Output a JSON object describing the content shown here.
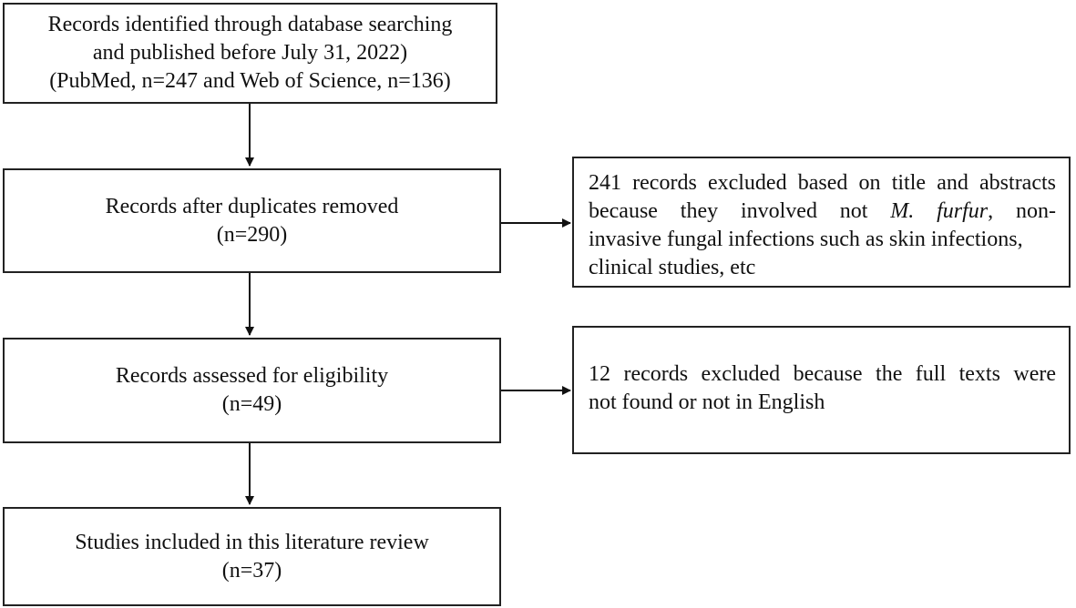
{
  "flow": {
    "identified": {
      "line1": "Records identified through database searching",
      "line2": "and published before July 31, 2022)",
      "line3": "(PubMed, n=247 and Web of Science, n=136)"
    },
    "deduplicated": {
      "line1": "Records after duplicates removed",
      "line2": "(n=290)"
    },
    "assessed": {
      "line1": "Records assessed for eligibility",
      "line2": "(n=49)"
    },
    "included": {
      "line1": "Studies included in this literature review",
      "line2": "(n=37)"
    }
  },
  "exclusions": {
    "screening": {
      "line1": "241 records excluded based on title and abstracts",
      "line2_a": "because they involved not ",
      "line2_species": "M. furfur",
      "line2_b": ", non-",
      "line3": "invasive fungal infections such as skin infections,",
      "line4": "clinical studies, etc"
    },
    "eligibility": {
      "line1": "12 records excluded because the full texts were",
      "line2": "not found or not in English"
    }
  }
}
